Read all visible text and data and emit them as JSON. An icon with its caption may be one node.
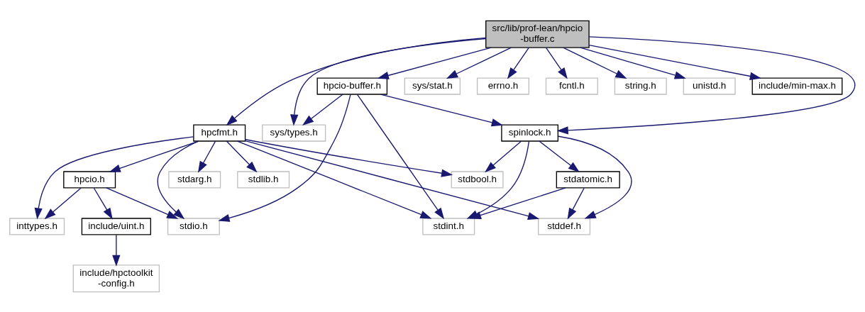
{
  "diagram": {
    "nodes": [
      {
        "text": [
          "src/lib/prof-lean/hpcio -buffer.c"
        ]
      },
      {
        "text": [
          "hpcio-buffer.h"
        ]
      },
      {
        "text": [
          "sys/stat.h"
        ]
      },
      {
        "text": [
          "errno.h"
        ]
      },
      {
        "text": [
          "fcntl.h"
        ]
      },
      {
        "text": [
          "string.h"
        ]
      },
      {
        "text": [
          "unistd.h"
        ]
      },
      {
        "text": [
          "include/min-max.h"
        ]
      },
      {
        "text": [
          "hpcfmt.h"
        ]
      },
      {
        "text": [
          "sys/types.h"
        ]
      },
      {
        "text": [
          "spinlock.h"
        ]
      },
      {
        "text": [
          "hpcio.h"
        ]
      },
      {
        "text": [
          "stdarg.h"
        ]
      },
      {
        "text": [
          "stdlib.h"
        ]
      },
      {
        "text": [
          "stdbool.h"
        ]
      },
      {
        "text": [
          "stdatomic.h"
        ]
      },
      {
        "text": [
          "inttypes.h"
        ]
      },
      {
        "text": [
          "include/uint.h"
        ]
      },
      {
        "text": [
          "stdio.h"
        ]
      },
      {
        "text": [
          "stdint.h"
        ]
      },
      {
        "text": [
          "stddef.h"
        ]
      },
      {
        "text": [
          "include/hpctoolkit -config.h"
        ]
      }
    ],
    "edges": [
      {
        "from": 0,
        "to": 8,
        "arrow": "to"
      },
      {
        "from": 0,
        "to": 9,
        "arrow": "to"
      },
      {
        "from": 0,
        "to": 1,
        "arrow": "to"
      },
      {
        "from": 0,
        "to": 10,
        "arrow": "to"
      },
      {
        "from": 0,
        "to": 2,
        "arrow": "to"
      },
      {
        "from": 0,
        "to": 3,
        "arrow": "to"
      },
      {
        "from": 0,
        "to": 4,
        "arrow": "to"
      },
      {
        "from": 0,
        "to": 5,
        "arrow": "to"
      },
      {
        "from": 0,
        "to": 6,
        "arrow": "to"
      },
      {
        "from": 0,
        "to": 7,
        "arrow": "to"
      },
      {
        "from": 8,
        "to": 16,
        "arrow": "to"
      },
      {
        "from": 8,
        "to": 11,
        "arrow": "to"
      },
      {
        "from": 8,
        "to": 18,
        "arrow": "to"
      },
      {
        "from": 8,
        "to": 12,
        "arrow": "to"
      },
      {
        "from": 8,
        "to": 13,
        "arrow": "to"
      },
      {
        "from": 8,
        "to": 14,
        "arrow": "to"
      },
      {
        "from": 8,
        "to": 19,
        "arrow": "to"
      },
      {
        "from": 8,
        "to": 20,
        "arrow": "to"
      },
      {
        "from": 11,
        "to": 16,
        "arrow": "to"
      },
      {
        "from": 11,
        "to": 17,
        "arrow": "to"
      },
      {
        "from": 11,
        "to": 18,
        "arrow": "to"
      },
      {
        "from": 17,
        "to": 21,
        "arrow": "to"
      },
      {
        "from": 1,
        "to": 9,
        "arrow": "to"
      },
      {
        "from": 1,
        "to": 18,
        "arrow": "to"
      },
      {
        "from": 1,
        "to": 19,
        "arrow": "to"
      },
      {
        "from": 1,
        "to": 10,
        "arrow": "to"
      },
      {
        "from": 10,
        "to": 14,
        "arrow": "to"
      },
      {
        "from": 10,
        "to": 19,
        "arrow": "to"
      },
      {
        "from": 10,
        "to": 15,
        "arrow": "to"
      },
      {
        "from": 10,
        "to": 20,
        "arrow": "to"
      },
      {
        "from": 15,
        "to": 19,
        "arrow": "to"
      },
      {
        "from": 15,
        "to": 20,
        "arrow": "to"
      }
    ]
  }
}
